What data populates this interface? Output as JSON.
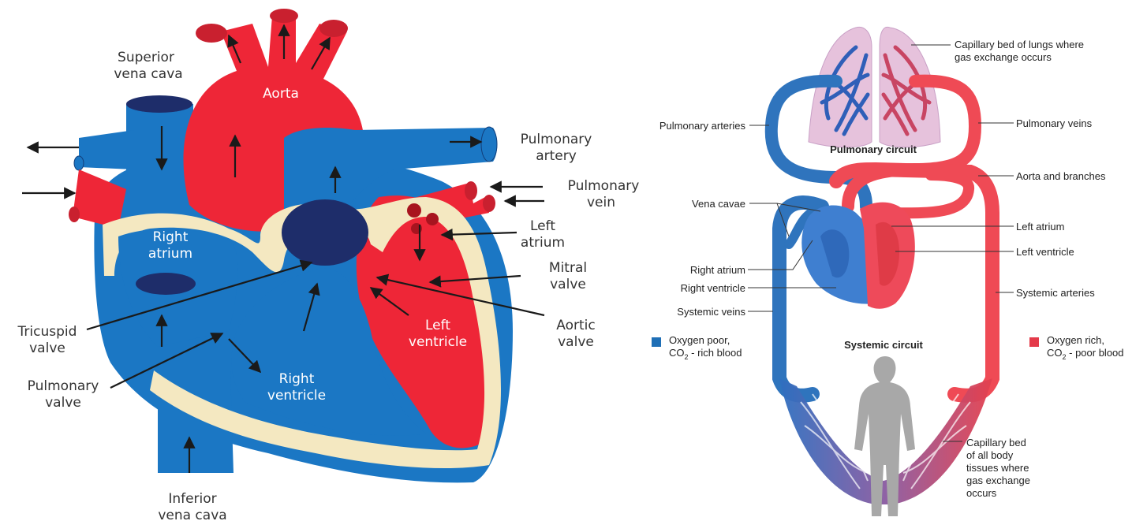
{
  "heart_diagram": {
    "labels": {
      "superior_vena_cava": [
        "Superior",
        "vena cava"
      ],
      "aorta": "Aorta",
      "pulmonary_artery": [
        "Pulmonary",
        "artery"
      ],
      "pulmonary_vein": [
        "Pulmonary",
        "vein"
      ],
      "left_atrium": [
        "Left",
        "atrium"
      ],
      "mitral_valve": [
        "Mitral",
        "valve"
      ],
      "aortic_valve": [
        "Aortic",
        "valve"
      ],
      "right_atrium": [
        "Right",
        "atrium"
      ],
      "left_ventricle": [
        "Left",
        "ventricle"
      ],
      "tricuspid_valve": [
        "Tricuspid",
        "valve"
      ],
      "pulmonary_valve": [
        "Pulmonary",
        "valve"
      ],
      "right_ventricle": [
        "Right",
        "ventricle"
      ],
      "inferior_vena_cava": [
        "Inferior",
        "vena cava"
      ]
    }
  },
  "circulation_diagram": {
    "labels": {
      "capillary_lungs": [
        "Capillary bed of lungs where",
        "gas exchange occurs"
      ],
      "pulmonary_arteries": "Pulmonary arteries",
      "pulmonary_veins": "Pulmonary veins",
      "pulmonary_circuit": "Pulmonary circuit",
      "aorta_branches": "Aorta and branches",
      "vena_cavae": "Vena cavae",
      "left_atrium": "Left atrium",
      "left_ventricle": "Left ventricle",
      "right_atrium": "Right atrium",
      "right_ventricle": "Right ventricle",
      "systemic_arteries": "Systemic arteries",
      "systemic_veins": "Systemic veins",
      "systemic_circuit": "Systemic circuit",
      "capillary_body": [
        "Capillary bed",
        "of all body",
        "tissues where",
        "gas exchange",
        "occurs"
      ]
    },
    "legend": {
      "poor": {
        "line1": "Oxygen poor,",
        "co": "CO",
        "sub": "2",
        "rest": " - rich blood",
        "color": "#1f6fb6"
      },
      "rich": {
        "line1": "Oxygen rich,",
        "co": "CO",
        "sub": "2",
        "rest": " - poor blood",
        "color": "#e43a4a"
      }
    }
  },
  "colors": {
    "deoxygenated": "#1b77c4",
    "oxygenated": "#ee2637",
    "septum": "#f4e8c1",
    "valve_dark": "#1e2d6a",
    "vessel_blue": "#2f74bd",
    "vessel_red": "#ef4a55"
  }
}
